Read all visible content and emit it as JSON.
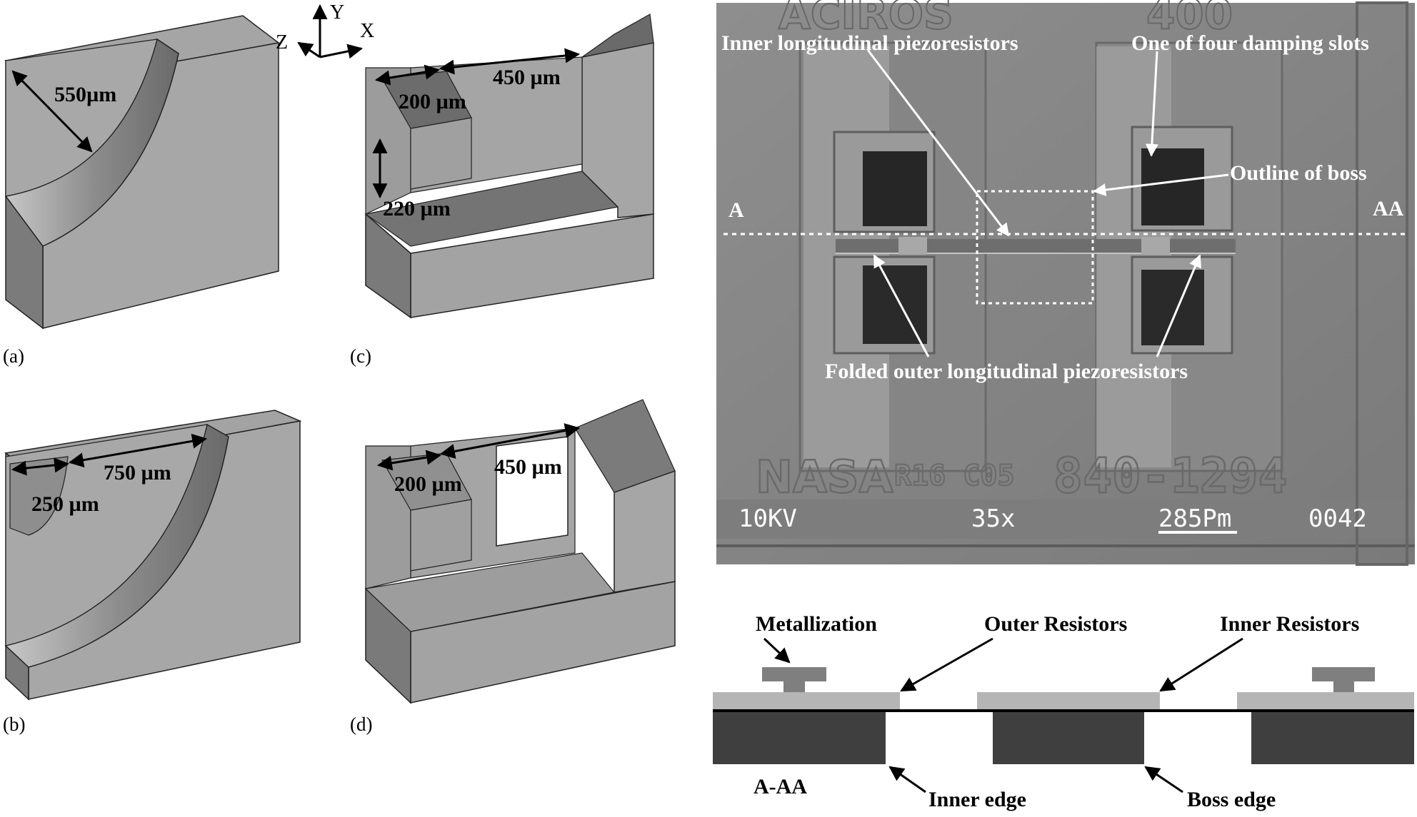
{
  "figure": {
    "panels": {
      "a": {
        "label": "(a)",
        "dims": [
          "550µm"
        ]
      },
      "b": {
        "label": "(b)",
        "dims": [
          "750 µm",
          "250 µm"
        ]
      },
      "c": {
        "label": "(c)",
        "dims": [
          "200 µm",
          "450 µm",
          "220 µm"
        ]
      },
      "d": {
        "label": "(d)",
        "dims": [
          "200 µm",
          "450 µm"
        ]
      }
    },
    "axes": {
      "y": "Y",
      "z": "Z",
      "x": "X"
    },
    "micrograph": {
      "labels": {
        "inner_long": "Inner longitudinal piezoresistors",
        "damping": "One of four damping slots",
        "outline_boss": "Outline of boss",
        "a": "A",
        "aa": "AA",
        "folded_outer": "Folded outer longitudinal piezoresistors"
      },
      "etched": {
        "logo_top": "ACIROS",
        "num_top": "400",
        "nasa": "NASA",
        "code": "R16 C05",
        "part": "840-1294"
      },
      "status_bar": {
        "voltage": "10KV",
        "magnification": "35x",
        "scale": "285Pm",
        "frame": "0042"
      }
    },
    "cross_section": {
      "labels": {
        "metallization": "Metallization",
        "outer_resistors": "Outer Resistors",
        "inner_resistors": "Inner Resistors",
        "section": "A-AA",
        "inner_edge": "Inner edge",
        "boss_edge": "Boss edge"
      }
    }
  }
}
